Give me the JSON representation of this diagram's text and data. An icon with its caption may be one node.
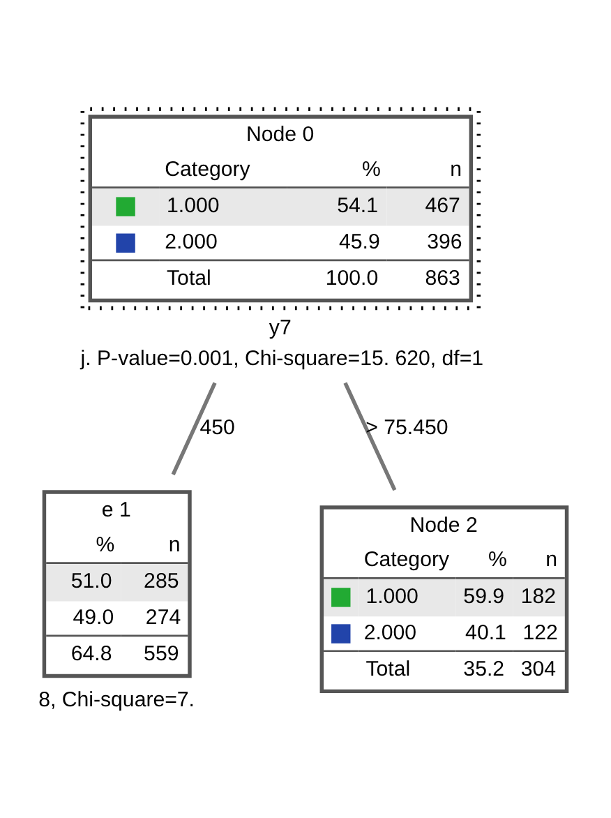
{
  "diagram": {
    "nodes": [
      {
        "text": [
          "Node 0",
          "Category",
          "%",
          "n",
          "1.000",
          "54.1",
          "467",
          "2.000",
          "45.9",
          "396",
          "Total",
          "100.0",
          "863"
        ],
        "beside": [
          "y7",
          "j. P-value=0.001, Chi-square=15. 620, df=1"
        ]
      },
      {
        "text": [
          "e 1",
          "%",
          "n",
          "51.0",
          "285",
          "49.0",
          "274",
          "64.8",
          "559"
        ],
        "beside": [
          "8, Chi-square=7."
        ]
      },
      {
        "text": [
          "Node 2",
          "Category",
          "%",
          "n",
          "1.000",
          "59.9",
          "182",
          "2.000",
          "40.1",
          "122",
          "Total",
          "35.2",
          "304"
        ]
      }
    ],
    "edges": [
      {
        "from": 0,
        "to": 1,
        "arrow": "none",
        "label": "450"
      },
      {
        "from": 0,
        "to": 2,
        "arrow": "none",
        "label": "> 75.450"
      }
    ]
  }
}
